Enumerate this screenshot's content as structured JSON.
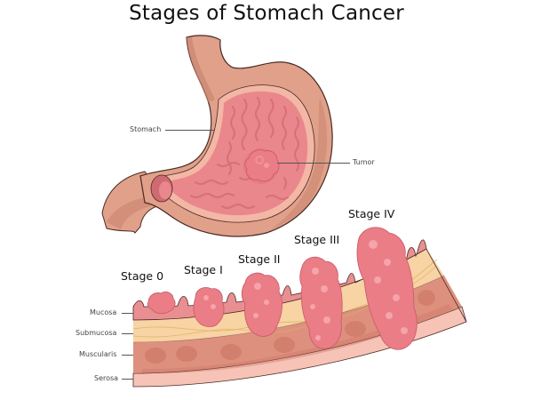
{
  "title": "Stages of Stomach Cancer",
  "stomach_labels": {
    "stomach": "Stomach",
    "tumor": "Tumor"
  },
  "stages": [
    {
      "label": "Stage 0"
    },
    {
      "label": "Stage I"
    },
    {
      "label": "Stage II"
    },
    {
      "label": "Stage III"
    },
    {
      "label": "Stage IV"
    }
  ],
  "layers": [
    {
      "label": "Mucosa"
    },
    {
      "label": "Submucosa"
    },
    {
      "label": "Muscularis"
    },
    {
      "label": "Serosa"
    }
  ],
  "colors": {
    "stomach_outer": "#e0a08a",
    "stomach_shadow": "#c98470",
    "stomach_inner_rim": "#f3b7a5",
    "mucosa_fill": "#e9878c",
    "mucosa_fold": "#d86f78",
    "tumor": "#ea7d86",
    "tumor_light": "#f6a4ab",
    "submucosa": "#f8d3a4",
    "muscularis": "#de907e",
    "serosa": "#f6c3b6",
    "outline": "#4a2a26"
  }
}
